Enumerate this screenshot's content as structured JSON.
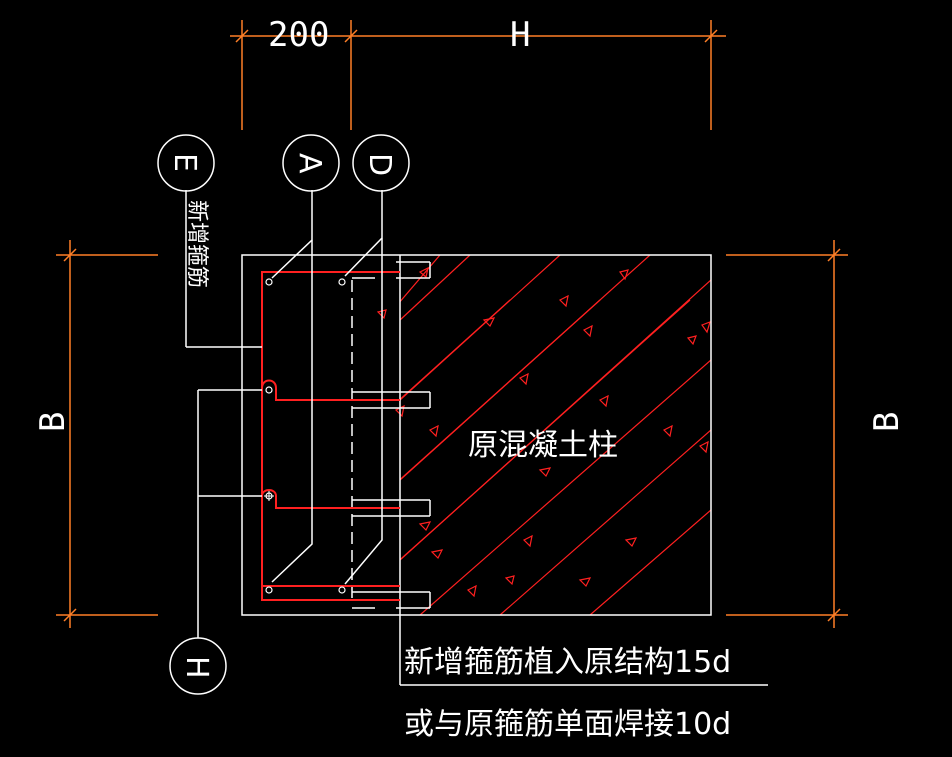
{
  "dimensions": {
    "top_left": "200",
    "top_right": "H",
    "left_side": "B",
    "right_side": "B"
  },
  "bubbles": {
    "E": "E",
    "A": "A",
    "D": "D",
    "H": "H"
  },
  "labels": {
    "new_stirrup": "新增箍筋",
    "original_column": "原混凝土柱",
    "note_line1": "新增箍筋植入原结构15d",
    "note_line2": "或与原箍筋单面焊接10d"
  },
  "colors": {
    "dimension": "#ff7f27",
    "outline": "#ffffff",
    "rebar": "#ff2020",
    "hatch": "#ff2020"
  }
}
